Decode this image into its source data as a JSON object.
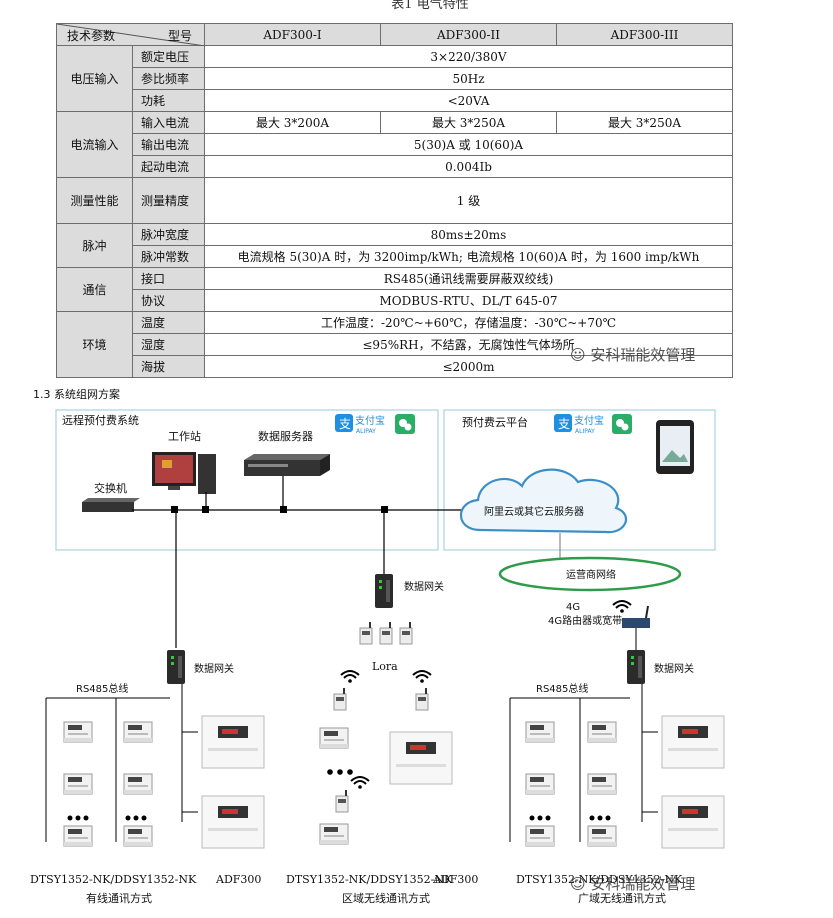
{
  "spec_table": {
    "header": {
      "param": "技术参数",
      "model": "型号",
      "models": [
        "ADF300-I",
        "ADF300-II",
        "ADF300-III"
      ]
    },
    "groups": {
      "voltage": "电压输入",
      "current": "电流输入",
      "measure": "测量性能",
      "pulse": "脉冲",
      "comm": "通信",
      "env": "环境"
    },
    "rows": {
      "rated_voltage": {
        "label": "额定电压",
        "value": "3×220/380V"
      },
      "ref_freq": {
        "label": "参比频率",
        "value": "50Hz"
      },
      "power": {
        "label": "功耗",
        "value": "<20VA"
      },
      "input_current": {
        "label": "输入电流",
        "values": [
          "最大 3*200A",
          "最大 3*250A",
          "最大 3*250A"
        ]
      },
      "output_current": {
        "label": "输出电流",
        "value": "5(30)A 或 10(60)A"
      },
      "start_current": {
        "label": "起动电流",
        "value": "0.004Ib"
      },
      "accuracy": {
        "label": "测量精度",
        "value": "1 级"
      },
      "pulse_width": {
        "label": "脉冲宽度",
        "value": "80ms±20ms"
      },
      "pulse_const": {
        "label": "脉冲常数",
        "value": "电流规格 5(30)A 时，为 3200imp/kWh;  电流规格 10(60)A 时，为 1600 imp/kWh"
      },
      "interface": {
        "label": "接口",
        "value": "RS485(通讯线需要屏蔽双绞线)"
      },
      "protocol": {
        "label": "协议",
        "value": "MODBUS-RTU、DL/T 645-07"
      },
      "temperature": {
        "label": "温度",
        "value": "工作温度：-20℃~+60℃，存储温度：-30℃~+70℃"
      },
      "humidity": {
        "label": "湿度",
        "value": "≤95%RH，不结露，无腐蚀性气体场所"
      },
      "altitude": {
        "label": "海拔",
        "value": "≤2000m"
      }
    }
  },
  "section_title": "1.3 系统组网方案",
  "diagram": {
    "left_box_title": "远程预付费系统",
    "right_box_title": "预付费云平台",
    "alipay_label": "支付宝",
    "alipay_sub": "ALIPAY",
    "workstation": "工作站",
    "data_server": "数据服务器",
    "switch": "交换机",
    "cloud": "阿里云或其它云服务器",
    "operator_net": "运营商网络",
    "gateway": "数据网关",
    "lora": "Lora",
    "rs485_bus": "RS485总线",
    "router_4g": "4G路由器或宽带",
    "label_4g": "4G",
    "meter_models": "DTSY1352-NK/DDSY1352-NK",
    "adf300": "ADF300",
    "wired_mode": "有线通讯方式",
    "regional_mode": "区域无线通讯方式",
    "wide_mode": "广域无线通讯方式"
  },
  "watermark": "安科瑞能效管理",
  "colors": {
    "header_bg": "#dcdcdc",
    "box_border": "#a9d3de",
    "cloud_stroke": "#3a8fc6",
    "operator_stroke": "#2e9b4a",
    "wechat": "#2aae67",
    "alipay": "#1f8fe0"
  }
}
